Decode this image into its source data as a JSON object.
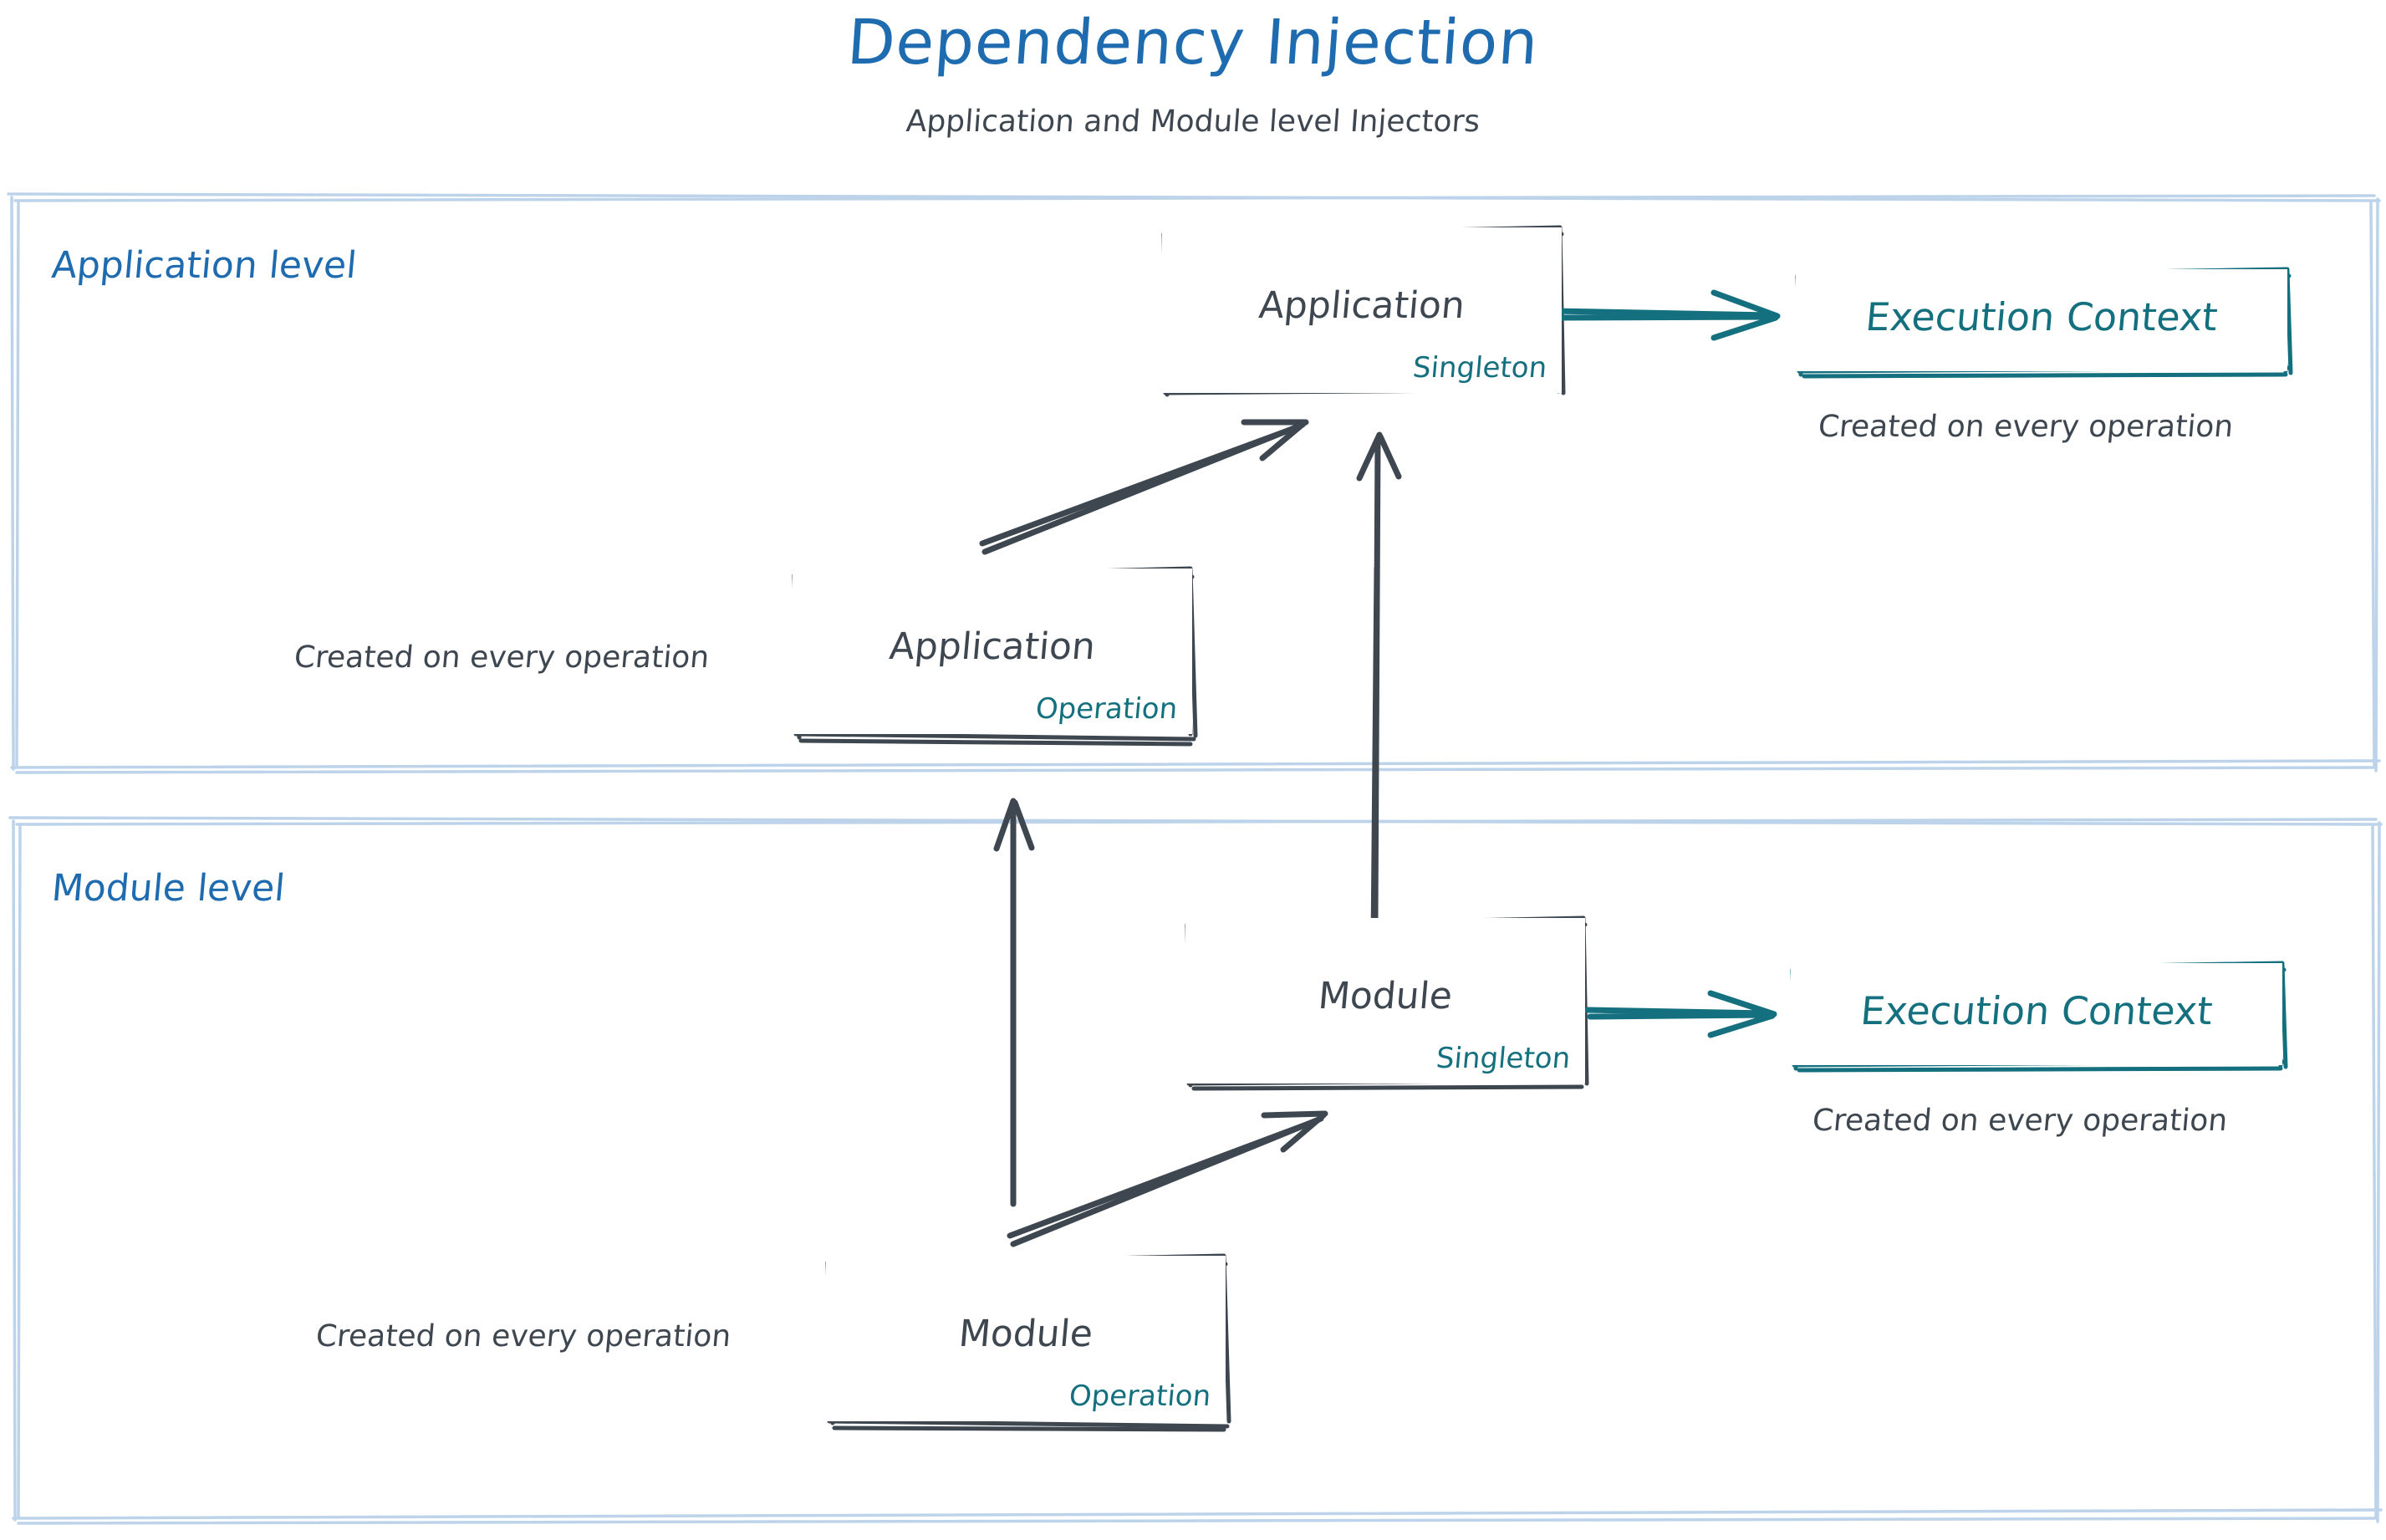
{
  "header": {
    "title": "Dependency Injection",
    "subtitle": "Application and Module level Injectors"
  },
  "colors": {
    "title_blue": "#1f6bb0",
    "section_label_blue": "#1f6bb0",
    "section_border_blue": "#bcd3ea",
    "node_stroke": "#3e4750",
    "node_text": "#3e4750",
    "scope_teal": "#14707f",
    "context_teal": "#14707f",
    "background": "#ffffff"
  },
  "sections": [
    {
      "id": "application-level",
      "label": "Application level"
    },
    {
      "id": "module-level",
      "label": "Module level"
    }
  ],
  "nodes": [
    {
      "id": "application-singleton",
      "title": "Application",
      "scope": "Singleton"
    },
    {
      "id": "application-operation",
      "title": "Application",
      "scope": "Operation"
    },
    {
      "id": "module-singleton",
      "title": "Module",
      "scope": "Singleton"
    },
    {
      "id": "module-operation",
      "title": "Module",
      "scope": "Operation"
    }
  ],
  "context_boxes": [
    {
      "id": "application-execution-context",
      "label": "Execution Context"
    },
    {
      "id": "module-execution-context",
      "label": "Execution Context"
    }
  ],
  "notes": {
    "application_context_note": "Created on every operation",
    "application_operation_note": "Created on every operation",
    "module_context_note": "Created on every operation",
    "module_operation_note": "Created on every operation"
  },
  "arrows": [
    {
      "id": "app-singleton-to-app-context",
      "from": "application-singleton",
      "to": "application-execution-context",
      "color": "#14707f",
      "style": "double-stroke"
    },
    {
      "id": "app-operation-to-app-singleton",
      "from": "application-operation",
      "to": "application-singleton",
      "color": "#3e4750",
      "style": "double-stroke"
    },
    {
      "id": "module-singleton-to-app-singleton",
      "from": "module-singleton",
      "to": "application-singleton",
      "color": "#3e4750",
      "style": "double-stroke"
    },
    {
      "id": "module-operation-to-app-operation",
      "from": "module-operation",
      "to": "application-operation",
      "color": "#3e4750",
      "style": "single-stroke"
    },
    {
      "id": "module-operation-to-module-singleton",
      "from": "module-operation",
      "to": "module-singleton",
      "color": "#3e4750",
      "style": "double-stroke"
    },
    {
      "id": "module-singleton-to-module-context",
      "from": "module-singleton",
      "to": "module-execution-context",
      "color": "#14707f",
      "style": "double-stroke"
    }
  ]
}
